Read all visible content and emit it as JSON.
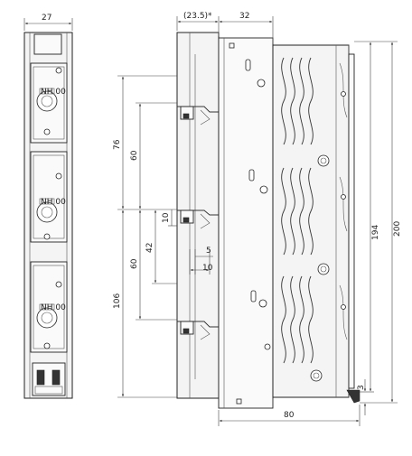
{
  "dimensions": {
    "front_width": "27",
    "side_offset": "(23.5)*",
    "side_width": "32",
    "upper_height": "76",
    "upper_pitch": "60",
    "middle_small": "10",
    "middle_height": "42",
    "lower_pitch": "60",
    "lower_height": "106",
    "rail_offset": "5",
    "rail_width": "10",
    "inner_height": "194",
    "total_height": "200",
    "corner_offset": "3",
    "depth": "80"
  },
  "fuse_marking": "NH 00"
}
